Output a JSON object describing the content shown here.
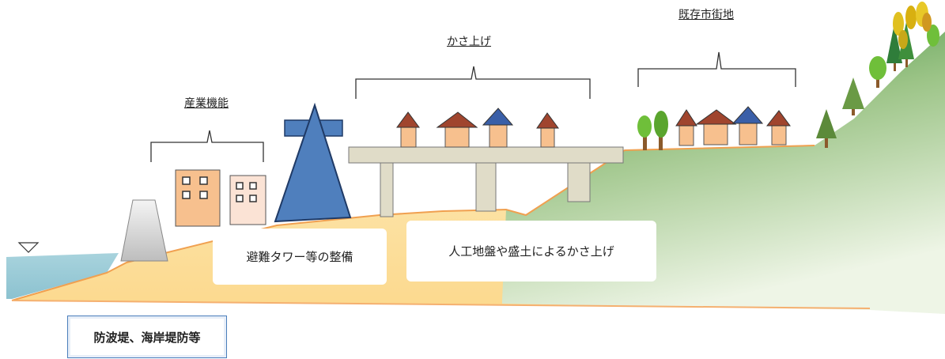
{
  "labels": {
    "industry": "産業機能",
    "raising": "かさ上げ",
    "existing_town": "既存市街地"
  },
  "boxes": {
    "evac_tower": "避難タワー等の整備",
    "raising_method": "人工地盤や盛土によるかさ上げ"
  },
  "legend": {
    "seawall": "防波堤、海岸堤防等"
  },
  "colors": {
    "sea": "#9ccbd6",
    "sand": "#fde3a4",
    "ground_line": "#f0a050",
    "hill_top": "#3f8f3c",
    "hill_bottom": "#e6f0d8",
    "tower": "#4f7fbd",
    "deck": "#e0dcc8",
    "roof_red": "#a0452e",
    "roof_blue": "#3a5fa8",
    "house_wall": "#f7c08e",
    "legend_border": "#4a7ebb"
  }
}
